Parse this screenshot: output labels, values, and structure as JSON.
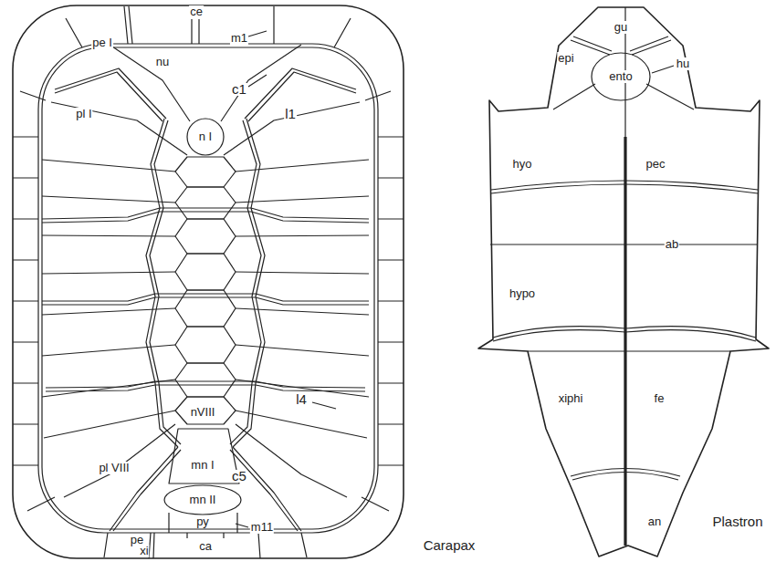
{
  "diagram": {
    "labels": [
      "ce",
      "m1",
      "pe I",
      "nu",
      "c1",
      "pl I",
      "n I",
      "l1",
      "l4",
      "nVIII",
      "pl VIII",
      "mn I",
      "c5",
      "mn II",
      "py",
      "m11",
      "pe",
      "xi",
      "ca",
      "Carapax",
      "gu",
      "epi",
      "hu",
      "ento",
      "hyo",
      "pec",
      "ab",
      "hypo",
      "xiphi",
      "fe",
      "an",
      "Plastron"
    ]
  }
}
